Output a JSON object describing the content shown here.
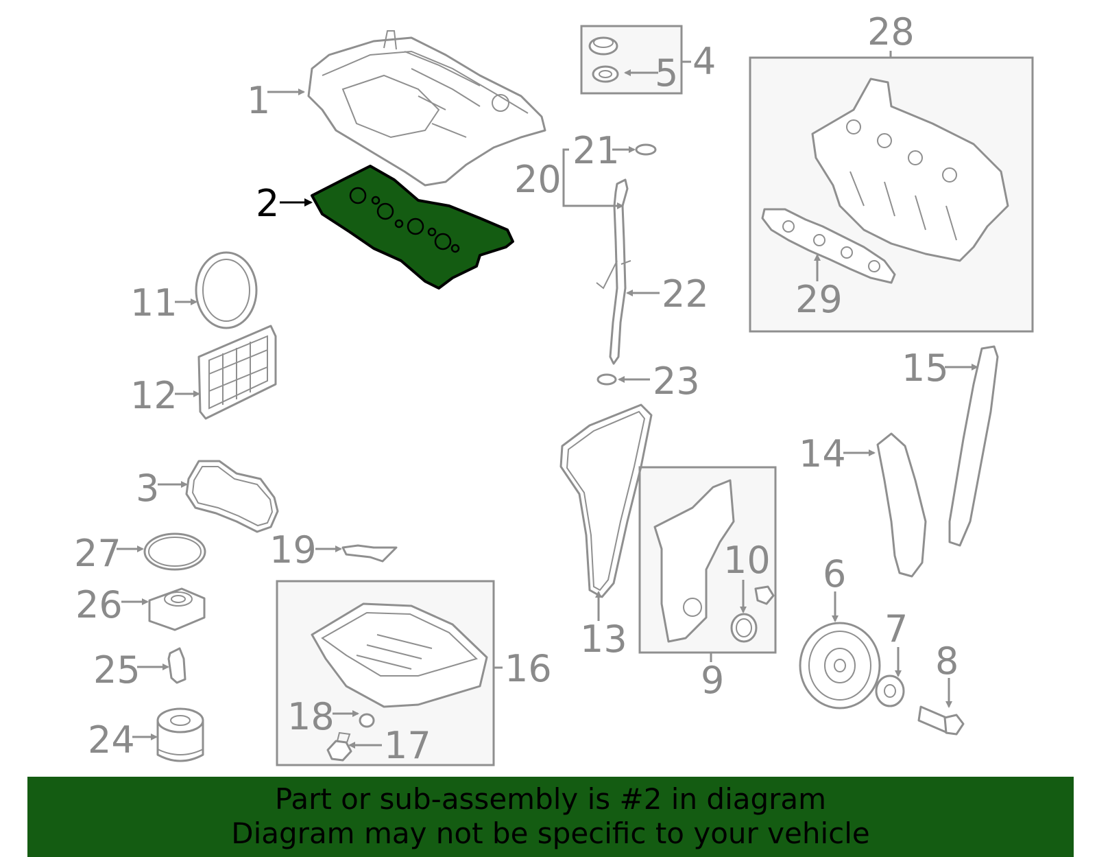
{
  "diagram": {
    "highlighted_part": "2",
    "highlight_color": "#145c12",
    "labels": {
      "p1": "1",
      "p2": "2",
      "p3": "3",
      "p4": "4",
      "p5": "5",
      "p6": "6",
      "p7": "7",
      "p8": "8",
      "p9": "9",
      "p10": "10",
      "p11": "11",
      "p12": "12",
      "p13": "13",
      "p14": "14",
      "p15": "15",
      "p16": "16",
      "p17": "17",
      "p18": "18",
      "p19": "19",
      "p20": "20",
      "p21": "21",
      "p22": "22",
      "p23": "23",
      "p24": "24",
      "p25": "25",
      "p26": "26",
      "p27": "27",
      "p28": "28",
      "p29": "29"
    }
  },
  "banner": {
    "line1": "Part or sub-assembly is #2 in diagram",
    "line2": "Diagram may not be specific to your vehicle",
    "background": "#145c12"
  }
}
